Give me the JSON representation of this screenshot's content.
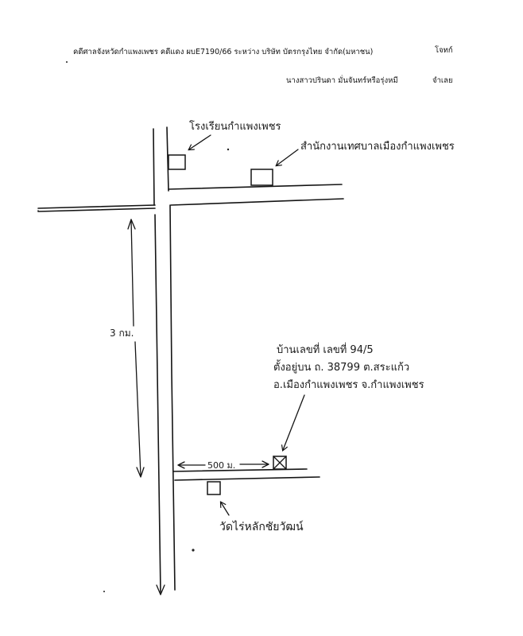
{
  "header": {
    "court_line": "คดีศาลจังหวัดกำแพงเพชร   คดีแดง ผบE7190/66  ระหว่าง   บริษัท บัตรกรุงไทย จำกัด(มหาชน)",
    "plaintiff_role": "โจทก์",
    "defendant_name": "นางสาวปรินดา มั่นจันทร์หรือรุ่งหมี",
    "defendant_role": "จำเลย"
  },
  "map": {
    "label_school": "โรงเรียนกำแพงเพชร",
    "label_office": "สำนักงานเทศบาลเมืองกำแพงเพชร",
    "label_distance_road": "3 กม.",
    "label_distance_side": "500 ม.",
    "label_house_line1": "บ้านเลขที่ เลขที่ 94/5",
    "label_house_line2": "ตั้งอยู่บน ถ. 38799 ต.สระแก้ว",
    "label_house_line3": "อ.เมืองกำแพงเพชร จ.กำแพงเพชร",
    "label_temple": "วัดไร่หลักชัยวัฒน์"
  }
}
